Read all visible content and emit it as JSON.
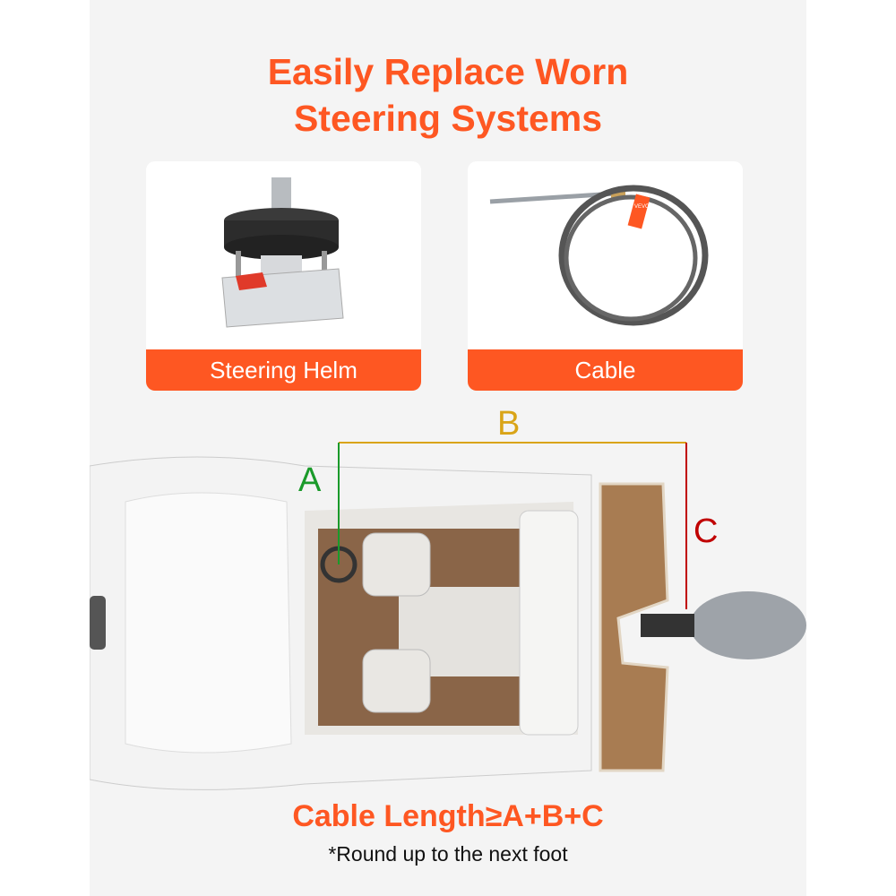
{
  "title_line1": "Easily Replace Worn",
  "title_line2": "Steering Systems",
  "products": [
    {
      "label": "Steering Helm",
      "icon": "steering-helm-image"
    },
    {
      "label": "Cable",
      "icon": "steering-cable-image"
    }
  ],
  "cable_tag": "VEVOR",
  "dimensions": {
    "a": {
      "label": "A",
      "color": "#1a9a2a"
    },
    "b": {
      "label": "B",
      "color": "#d9a417"
    },
    "c": {
      "label": "C",
      "color": "#c00000"
    }
  },
  "formula": "Cable Length≥A+B+C",
  "note": "*Round up to the next foot",
  "colors": {
    "accent": "#fe5722",
    "panel": "#f4f4f4"
  }
}
